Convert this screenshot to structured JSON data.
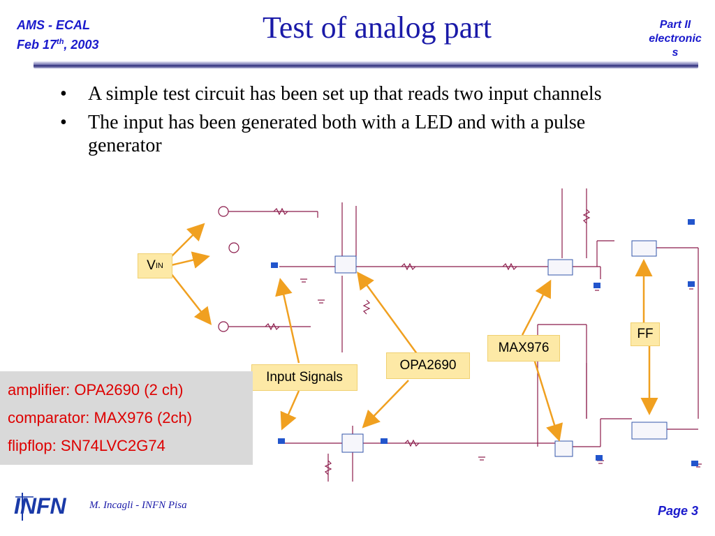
{
  "header": {
    "left_line1": "AMS - ECAL",
    "left_line2_prefix": "Feb 17",
    "left_line2_sup": "th",
    "left_line2_suffix": ", 2003",
    "title": "Test of analog part",
    "right": "Part II electronic\ns"
  },
  "bullets": [
    {
      "bullet": "•",
      "text": "A simple test circuit has been set up that reads two input channels"
    },
    {
      "bullet": "•",
      "text": "The input has been generated both with a LED and with a pulse generator"
    }
  ],
  "callouts": {
    "vin_main": "V",
    "vin_sub": "IN",
    "input_signals": "Input Signals",
    "opa": "OPA2690",
    "max": "MAX976",
    "ff": "FF"
  },
  "summary": [
    "amplifier: OPA2690 (2 ch)",
    "comparator: MAX976 (2ch)",
    "flipflop: SN74LVC2G74"
  ],
  "footer": {
    "logo": "INFN",
    "author": "M. Incagli - INFN Pisa",
    "page": "Page 3"
  },
  "colors": {
    "header_blue": "#1a1acc",
    "callout_fill": "#fde9a6",
    "arrow": "#f0a020",
    "summary_text": "#dd0000",
    "summary_bg": "#d9d9d9",
    "wire": "#8b1a4a"
  }
}
